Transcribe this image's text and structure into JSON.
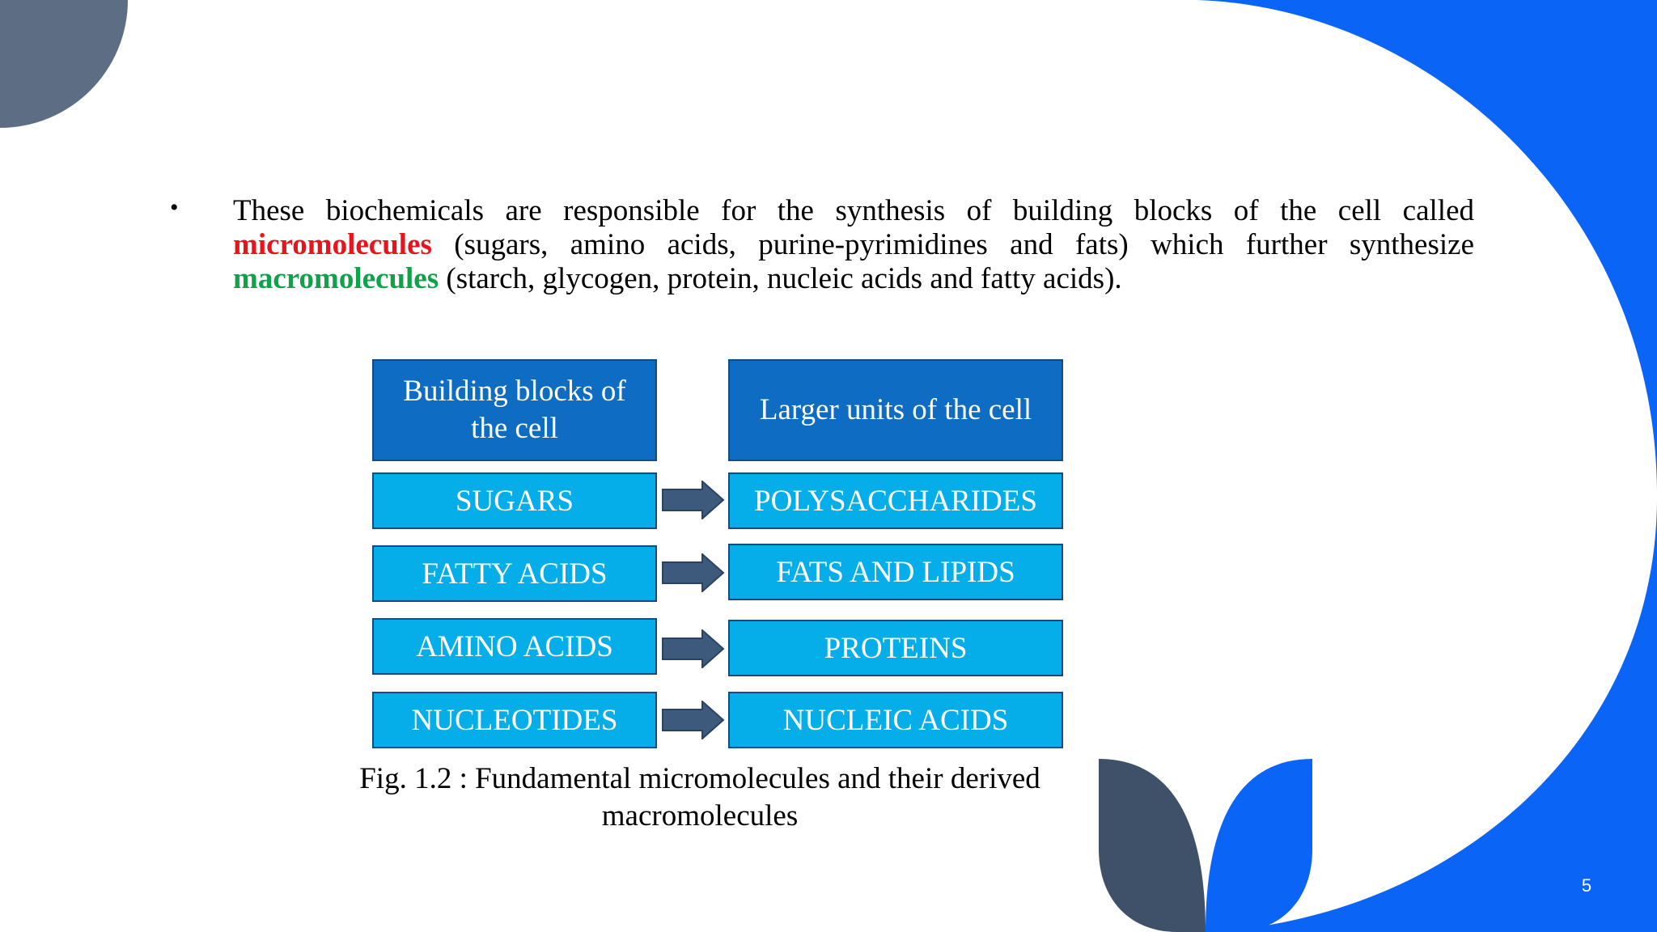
{
  "slide": {
    "bullet_char": "•",
    "text_part1": "These biochemicals are responsible for the synthesis of building blocks of the cell called ",
    "kw_micro": "micromolecules",
    "text_part2": " (sugars, amino acids, purine-pyrimidines and fats) which further synthesize ",
    "kw_macro": "macromolecules",
    "text_part3": " (starch, glycogen, protein, nucleic acids and fatty acids).",
    "page_number": "5"
  },
  "diagram": {
    "left_header": "Building blocks of the cell",
    "right_header": "Larger units of the cell",
    "rows": [
      {
        "left": "SUGARS",
        "right": "POLYSACCHARIDES"
      },
      {
        "left": "FATTY ACIDS",
        "right": "FATS AND LIPIDS"
      },
      {
        "left": "AMINO ACIDS",
        "right": "PROTEINS"
      },
      {
        "left": "NUCLEOTIDES",
        "right": "NUCLEIC ACIDS"
      }
    ],
    "caption": "Fig. 1.2 : Fundamental micromolecules and their derived macromolecules"
  },
  "colors": {
    "accent_blue": "#0a64f5",
    "slate": "#5d6e84",
    "dark_slate": "#3f5069",
    "header_box": "#0e6dc2",
    "item_box": "#05aee9",
    "arrow": "#3d5a7d",
    "keyword_red": "#e8141b",
    "keyword_green": "#10a14a"
  }
}
